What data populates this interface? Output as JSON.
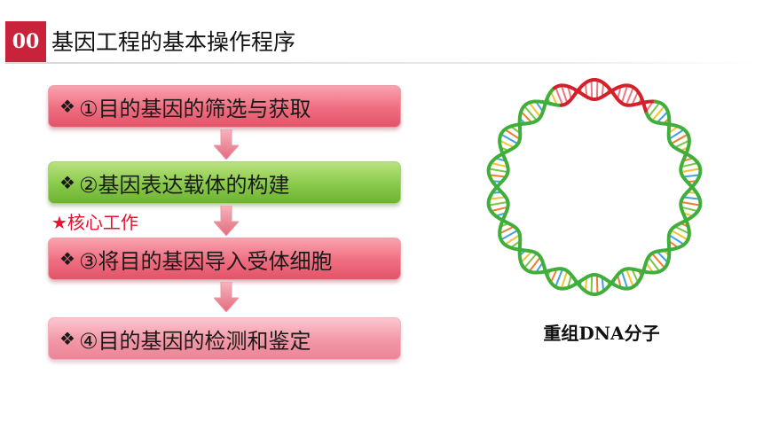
{
  "header": {
    "number": "00",
    "title": "基因工程的基本操作程序"
  },
  "steps": [
    {
      "bullet": "❖",
      "label": "①目的基因的筛选与获取"
    },
    {
      "bullet": "❖",
      "label": "②基因表达载体的构建"
    },
    {
      "bullet": "❖",
      "label": "③将目的基因导入受体细胞"
    },
    {
      "bullet": "❖",
      "label": "④目的基因的检测和鉴定"
    }
  ],
  "core_note": "★核心工作",
  "dna": {
    "caption": "重组DNA分子"
  },
  "colors": {
    "accent_red": "#c8233a",
    "step_red": "#ef6d80",
    "step_green": "#88c94a",
    "step_pink": "#f297a6",
    "note_red": "#e8112d",
    "helix_green": "#3fae3a",
    "helix_red": "#d5202c"
  },
  "icons": [
    "down-arrow-icon",
    "dna-ring-icon"
  ]
}
